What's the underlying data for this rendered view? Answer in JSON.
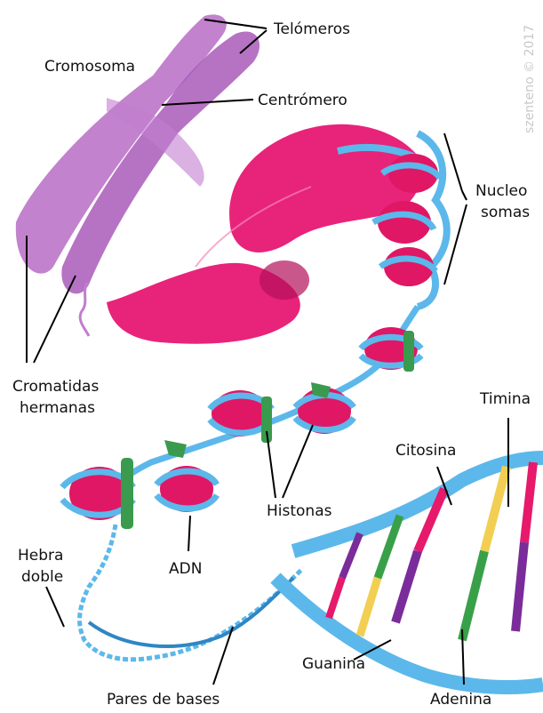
{
  "colors": {
    "chromosome": "#b86cc4",
    "chromatin": "#e8237a",
    "chromatin_dark": "#b3105a",
    "dna_strand": "#5cb8ea",
    "dna_strand_dark": "#2f86c4",
    "histone_core": "#e01765",
    "histone_band": "#3a9a4e",
    "base_cytosine": "#e6196b",
    "base_thymine": "#f2cf52",
    "base_guanine": "#7a2c9a",
    "base_adenine": "#39a04a",
    "leader_line": "#000000"
  },
  "labels": {
    "telomeros": "Telómeros",
    "cromosoma": "Cromosoma",
    "centromero": "Centrómero",
    "nucleosomas_line1": "Nucleo",
    "nucleosomas_line2": "somas",
    "cromatidas_line1": "Cromatidas",
    "cromatidas_line2": "hermanas",
    "timina": "Timina",
    "citosina": "Citosina",
    "histonas": "Histonas",
    "hebra_line1": "Hebra",
    "hebra_line2": "doble",
    "adn": "ADN",
    "guanina": "Guanina",
    "pares_de_bases": "Pares de bases",
    "adenina": "Adenina"
  },
  "watermark": "szenteno © 2017"
}
